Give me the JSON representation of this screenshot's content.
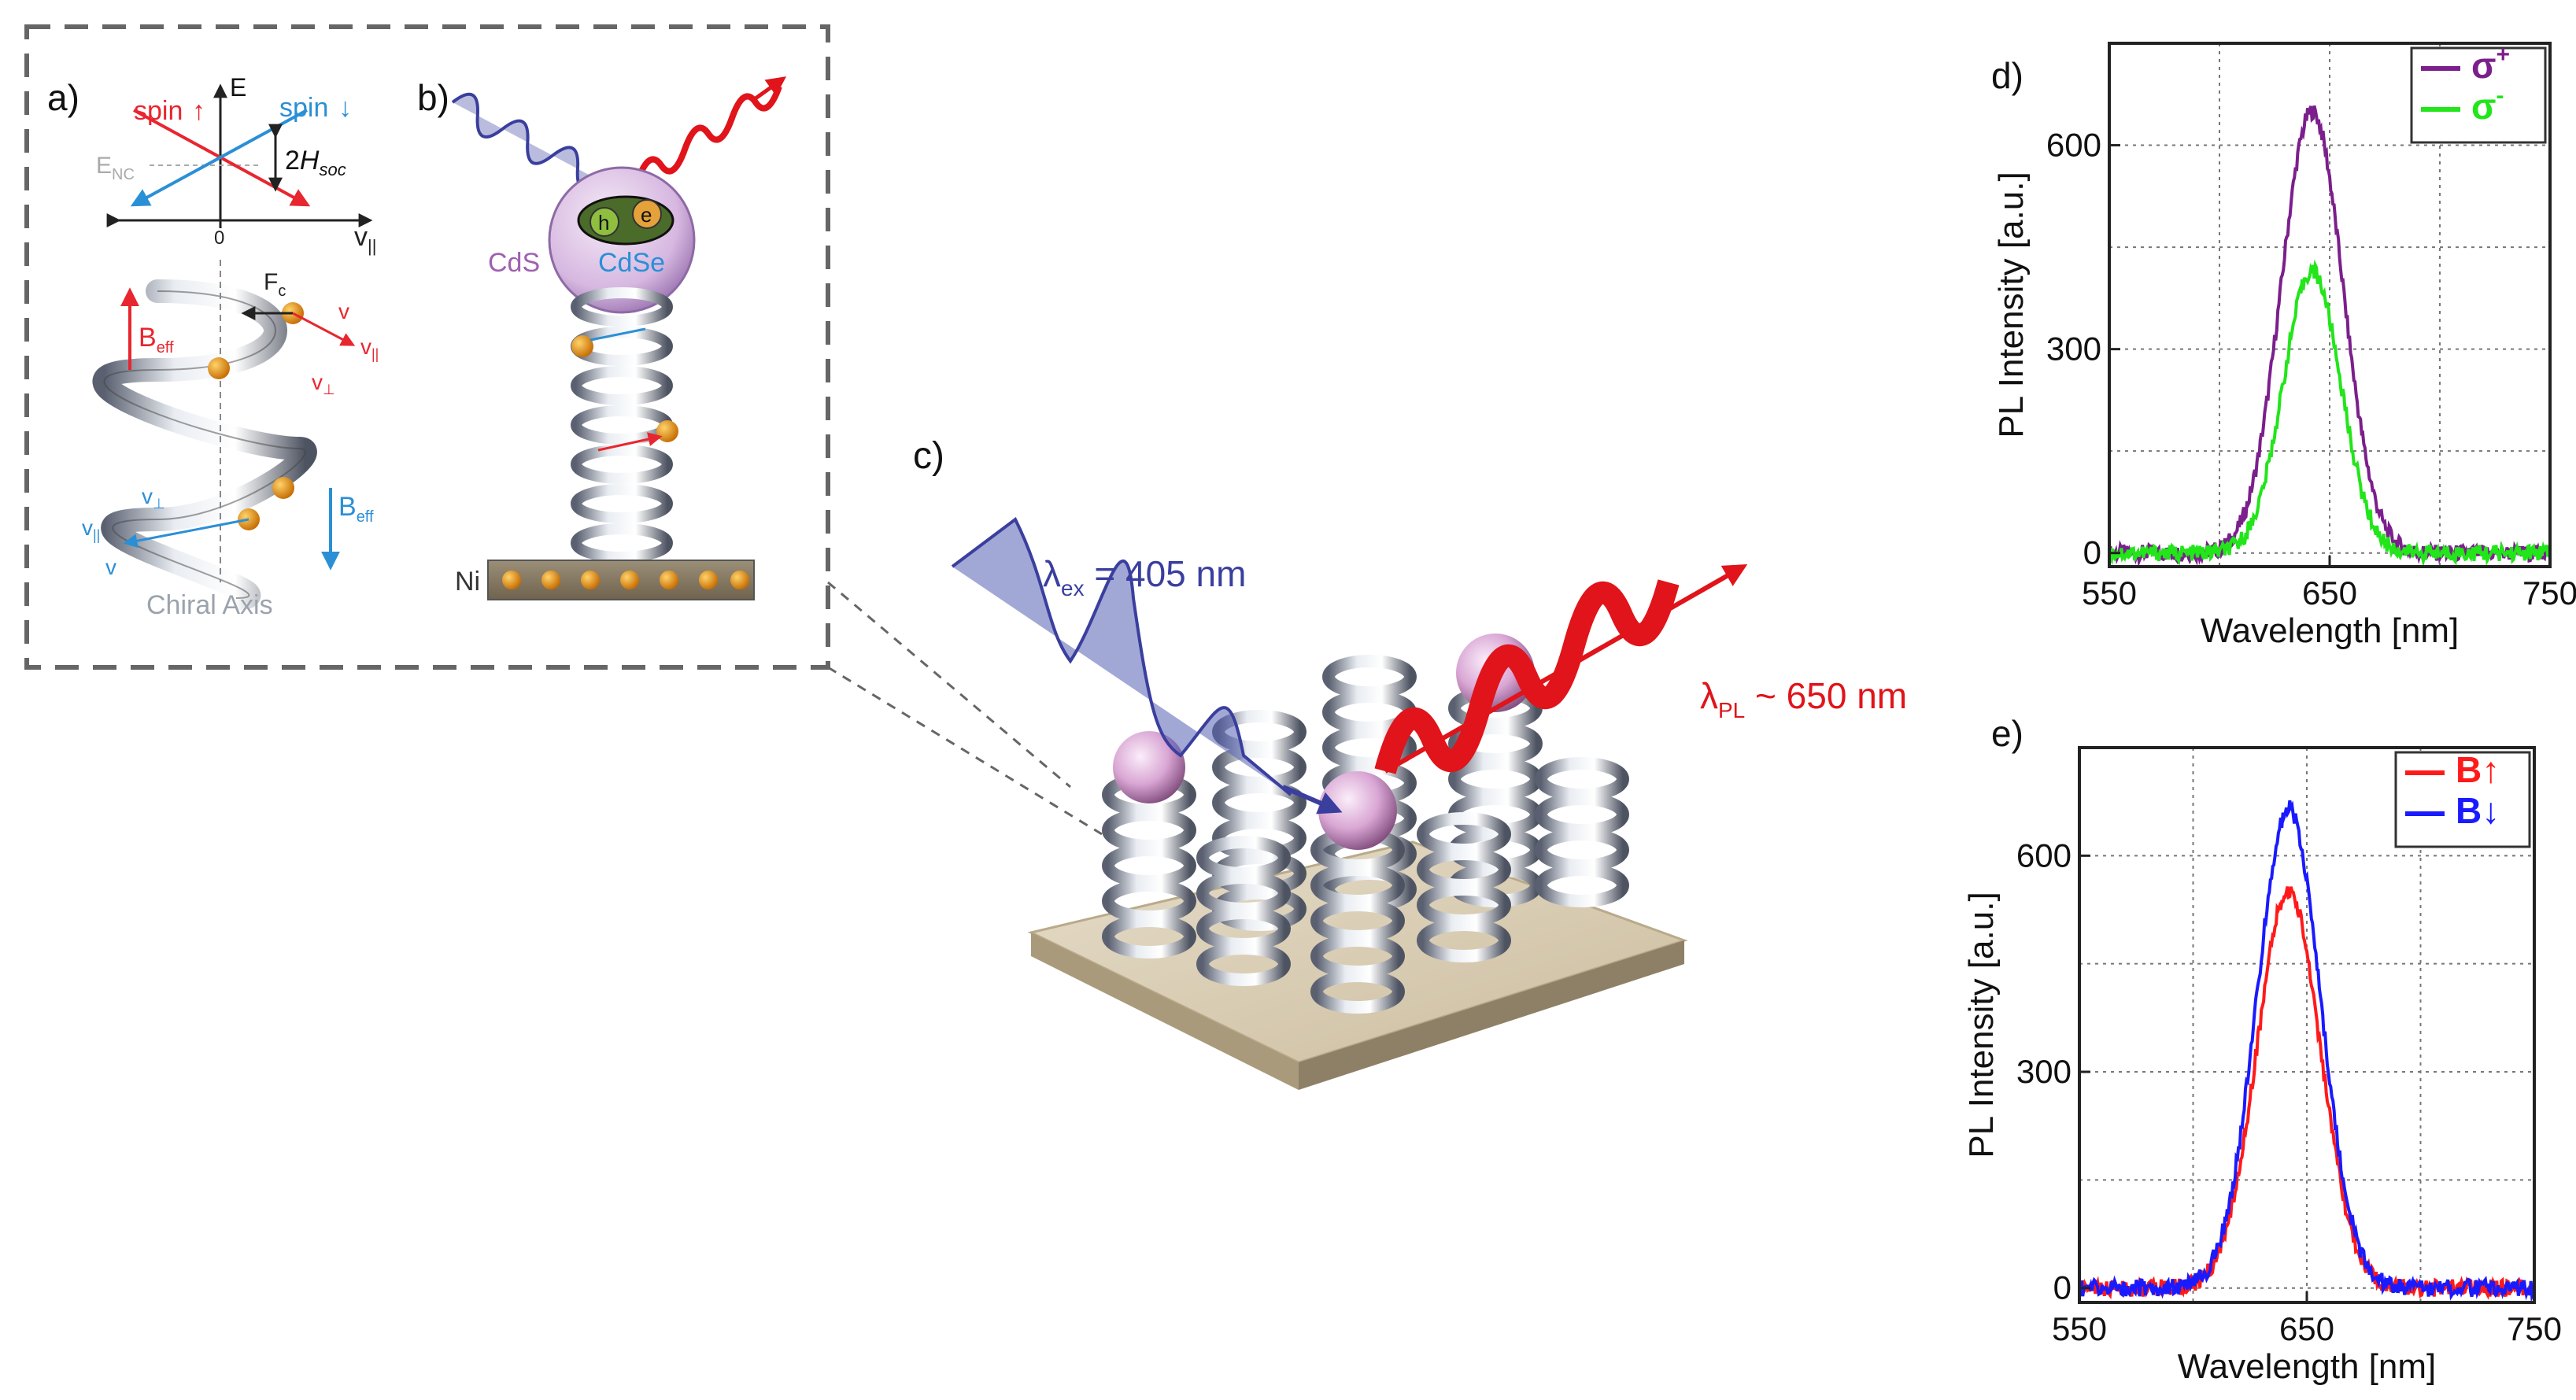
{
  "panels": {
    "a": {
      "label": "a)",
      "spin_up": "spin",
      "spin_down": "spin",
      "energy_axis": "E",
      "velocity_axis": "v",
      "velocity_sub": "||",
      "zero": "0",
      "enc": "E",
      "enc_sub": "NC",
      "hsoc_prefix": "2",
      "hsoc": "H",
      "hsoc_sub": "soc",
      "force": "F",
      "force_sub": "c",
      "beff": "B",
      "beff_sub": "eff",
      "vec_v": "v",
      "par_sub": "||",
      "perp_sub": "⊥",
      "chiral_axis": "Chiral Axis"
    },
    "b": {
      "label": "b)",
      "hole": "h",
      "electron": "e",
      "shell": "CdS",
      "core": "CdSe",
      "substrate": "Ni"
    },
    "c": {
      "label": "c)",
      "excitation_symbol": "λ",
      "excitation_sub": "ex",
      "excitation_value": " = 405 nm",
      "emission_symbol": "λ",
      "emission_sub": "PL",
      "emission_value": " ~ 650 nm"
    },
    "d": {
      "label": "d)"
    },
    "e": {
      "label": "e)"
    }
  },
  "colors": {
    "spin_up": "#e8262f",
    "spin_down": "#2b8fd6",
    "excitation": "#3a3f9e",
    "emission": "#e0141a",
    "sigma_plus": "#7b1f8c",
    "sigma_minus": "#22e51a",
    "b_up": "#ff1a1a",
    "b_down": "#1a1aff",
    "cds": "#a060b0",
    "cdse": "#2b8fd6",
    "substrate": "#d8ccb4"
  },
  "chart_data": [
    {
      "panel": "d",
      "type": "line",
      "xlabel": "Wavelength [nm]",
      "ylabel": "PL Intensity [a.u.]",
      "xlim": [
        550,
        750
      ],
      "ylim": [
        -20,
        750
      ],
      "xticks": [
        550,
        650,
        750
      ],
      "yticks": [
        0,
        300,
        600
      ],
      "grid": true,
      "legend_position": "top-right",
      "series": [
        {
          "name": "σ",
          "sup": "+",
          "color": "#7b1f8c",
          "peak_x": 642,
          "peak_y": 650,
          "width": 14
        },
        {
          "name": "σ",
          "sup": "-",
          "color": "#22e51a",
          "peak_x": 642,
          "peak_y": 415,
          "width": 13
        }
      ]
    },
    {
      "panel": "e",
      "type": "line",
      "xlabel": "Wavelength [nm]",
      "ylabel": "PL Intensity [a.u.]",
      "xlim": [
        550,
        750
      ],
      "ylim": [
        -20,
        750
      ],
      "xticks": [
        550,
        650,
        750
      ],
      "yticks": [
        0,
        300,
        600
      ],
      "grid": true,
      "legend_position": "top-right",
      "series": [
        {
          "name": "B",
          "arrow": "↑",
          "color": "#ff1a1a",
          "peak_x": 642,
          "peak_y": 550,
          "width": 14
        },
        {
          "name": "B",
          "arrow": "↓",
          "color": "#1a1aff",
          "peak_x": 642,
          "peak_y": 665,
          "width": 14
        }
      ]
    }
  ]
}
